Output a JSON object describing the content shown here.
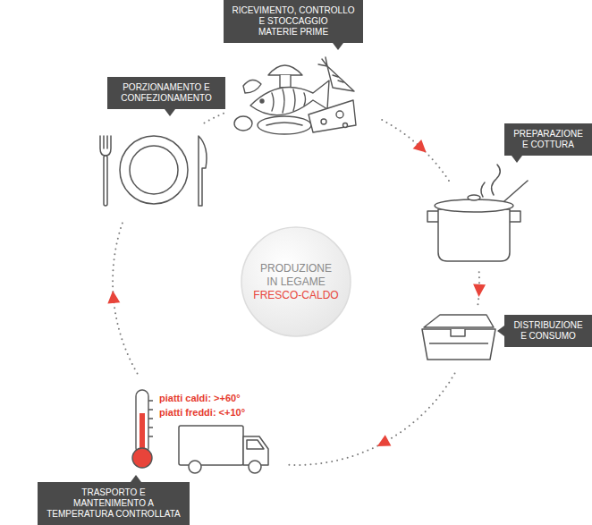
{
  "diagram": {
    "nodes": [
      {
        "text": [
          "RICEVIMENTO, CONTROLLO E STOCCAGGIO MATERIE PRIME"
        ]
      },
      {
        "text": [
          "PREPARAZIONE E COTTURA"
        ]
      },
      {
        "text": [
          "DISTRIBUZIONE E CONSUMO"
        ]
      },
      {
        "text": [
          "TRASPORTO E MANTENIMENTO A TEMPERATURA CONTROLLATA"
        ]
      },
      {
        "text": [
          "PORZIONAMENTO E CONFEZIONAMENTO"
        ]
      },
      {
        "text": [
          "PRODUZIONE IN LEGAME",
          "FRESCO-CALDO"
        ]
      }
    ],
    "edges": [
      {
        "from": 0,
        "to": 1,
        "arrow": "to"
      },
      {
        "from": 1,
        "to": 2,
        "arrow": "to"
      },
      {
        "from": 2,
        "to": 3,
        "arrow": "to"
      },
      {
        "from": 3,
        "to": 4,
        "arrow": "to"
      },
      {
        "from": 4,
        "to": 0,
        "arrow": "none"
      }
    ],
    "labels": [
      "piatti caldi: >+60°",
      "piatti freddi: <+10°"
    ]
  }
}
